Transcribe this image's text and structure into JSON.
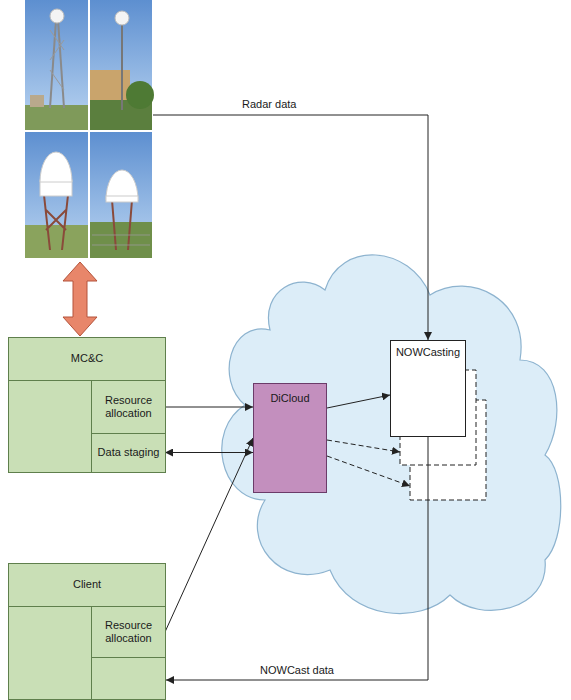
{
  "diagram": {
    "nodes": [
      {
        "text": [
          "MC&C"
        ]
      },
      {
        "text": [
          "Resource allocation"
        ],
        "in": 0
      },
      {
        "text": [
          "Data staging"
        ],
        "in": 0
      },
      {
        "text": [
          "DiCloud"
        ]
      },
      {
        "text": [
          "NOWCasting"
        ]
      },
      {
        "text": [
          "Client"
        ]
      },
      {
        "text": [
          "Resource allocation"
        ],
        "in": 5
      }
    ],
    "edges": [
      {
        "from": 1,
        "to": 3,
        "arrow": "to"
      },
      {
        "from": 2,
        "to": 3,
        "arrow": "both"
      },
      {
        "from": 3,
        "to": 4,
        "arrow": "to"
      },
      {
        "from": 6,
        "to": 3,
        "arrow": "to"
      },
      {
        "from": 4,
        "to": 5,
        "label": "NOWCast data",
        "arrow": "to"
      }
    ],
    "labels": [
      "Radar data"
    ]
  }
}
